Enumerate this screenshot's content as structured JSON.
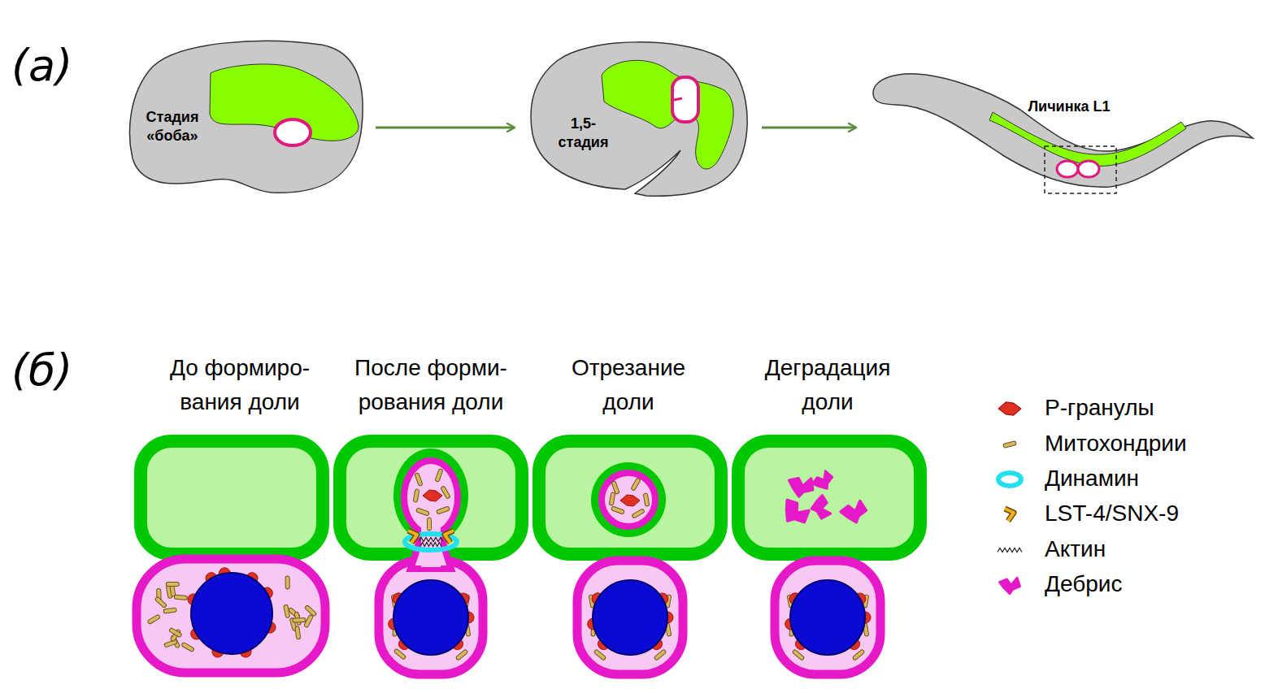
{
  "diagram": {
    "nodes": [
      {
        "text": [
          "Стадия «боба»"
        ]
      },
      {
        "text": [
          "1,5- стадия"
        ]
      },
      {
        "text": [
          "Личинка L1"
        ]
      }
    ],
    "edges": [
      {
        "from": 0,
        "to": 1,
        "arrow": "to"
      },
      {
        "from": 1,
        "to": 2,
        "arrow": "to"
      }
    ],
    "labels": [
      "(а)",
      "(б)",
      "До формиро- вания доли",
      "После форми- рования доли",
      "Отрезание доли",
      "Деградация доли"
    ],
    "legend": [
      {
        "text": "P-гранулы"
      },
      {
        "text": "Митохондрии"
      },
      {
        "text": "Динамин"
      },
      {
        "text": "LST-4/SNX-9"
      },
      {
        "text": "Актин"
      },
      {
        "text": "Дебрис"
      }
    ]
  }
}
